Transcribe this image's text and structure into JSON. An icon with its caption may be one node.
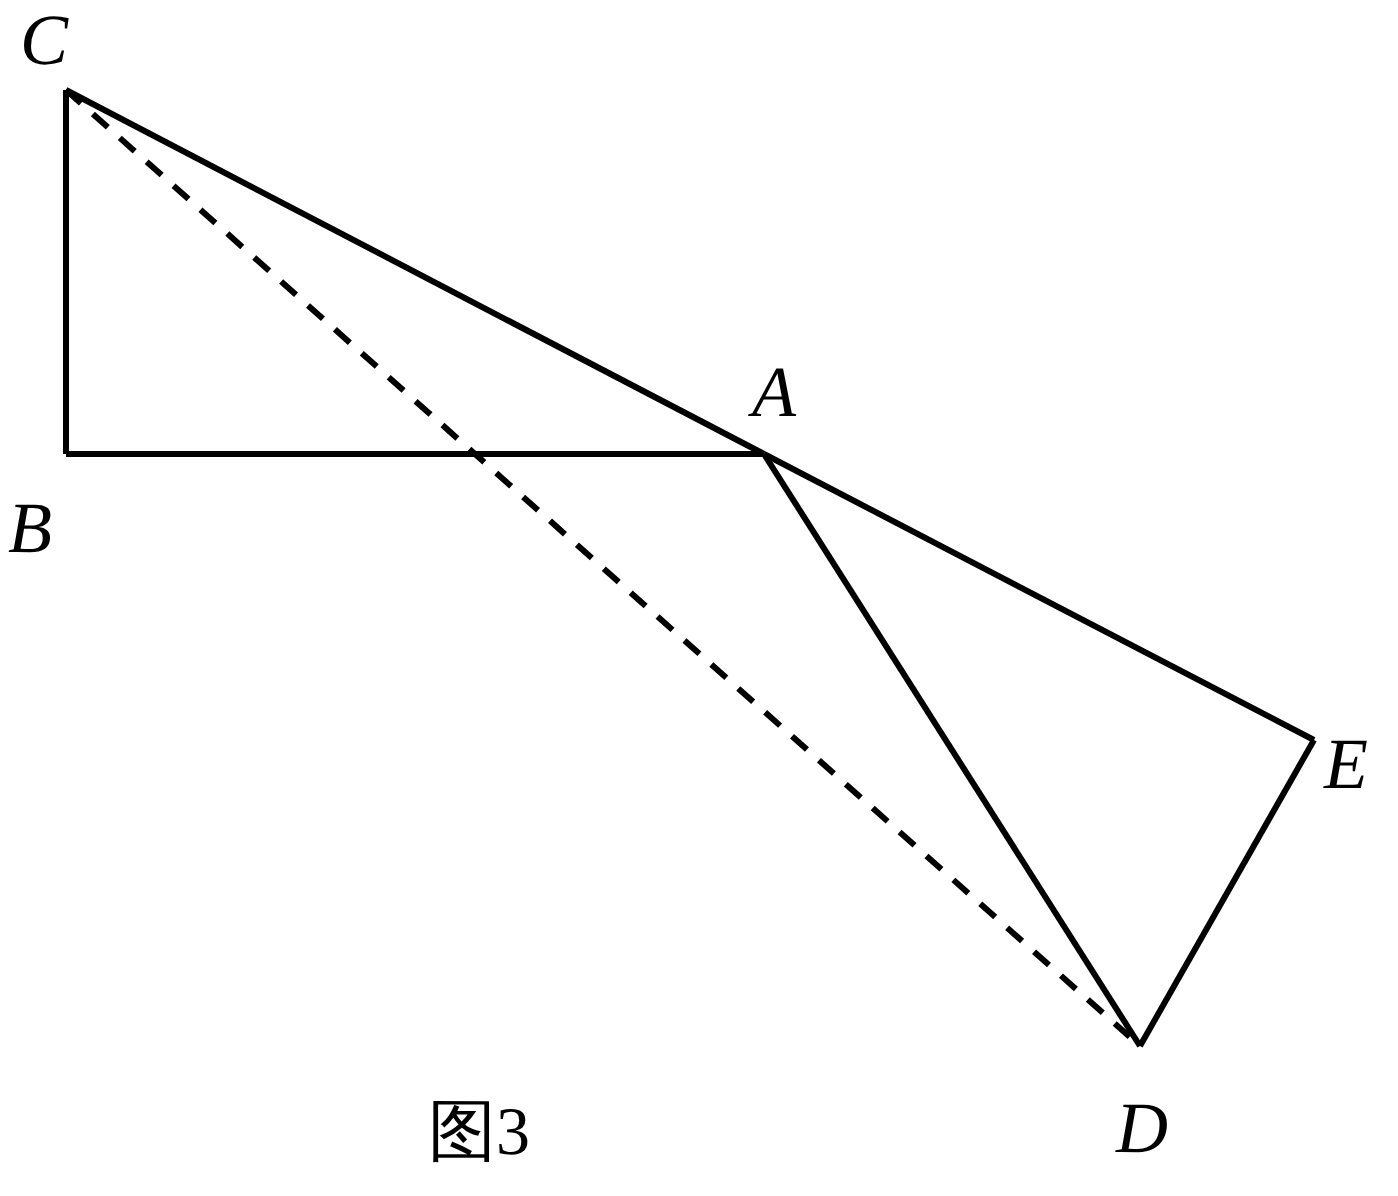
{
  "diagram": {
    "caption": "图3",
    "nodes": [
      {
        "text": [
          "C"
        ]
      },
      {
        "text": [
          "B"
        ]
      },
      {
        "text": [
          "A"
        ]
      },
      {
        "text": [
          "E"
        ]
      },
      {
        "text": [
          "D"
        ]
      }
    ],
    "edges": [
      {
        "from": 0,
        "to": 1,
        "arrow": "none"
      },
      {
        "from": 1,
        "to": 2,
        "arrow": "none"
      },
      {
        "from": 0,
        "to": 2,
        "arrow": "none"
      },
      {
        "from": 2,
        "to": 3,
        "arrow": "none"
      },
      {
        "from": 2,
        "to": 4,
        "arrow": "none"
      },
      {
        "from": 3,
        "to": 4,
        "arrow": "none"
      },
      {
        "from": 0,
        "to": 4,
        "arrow": "none",
        "style": "dashed"
      }
    ]
  }
}
